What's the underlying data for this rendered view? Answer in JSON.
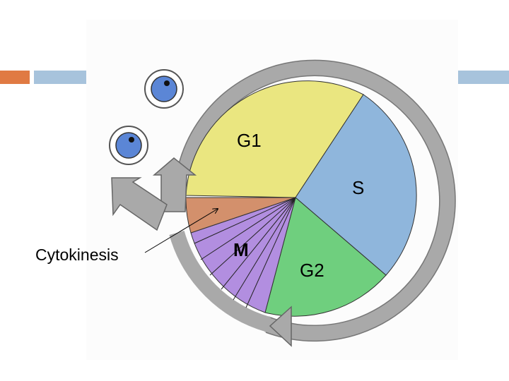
{
  "colors": {
    "accent_orange": "#e07a43",
    "accent_blue": "#a7c3dc",
    "ring_gray": "#a9a9a9",
    "g1": "#eae680",
    "s": "#8fb6dc",
    "g2": "#6fcf7e",
    "m": "#b28ee0",
    "cytokinesis": "#d3906c",
    "cell_nucleus": "#5b86d6"
  },
  "diagram": {
    "labels": {
      "g1": "G1",
      "s": "S",
      "g2": "G2",
      "m": "M",
      "cytokinesis": "Cytokinesis"
    }
  }
}
